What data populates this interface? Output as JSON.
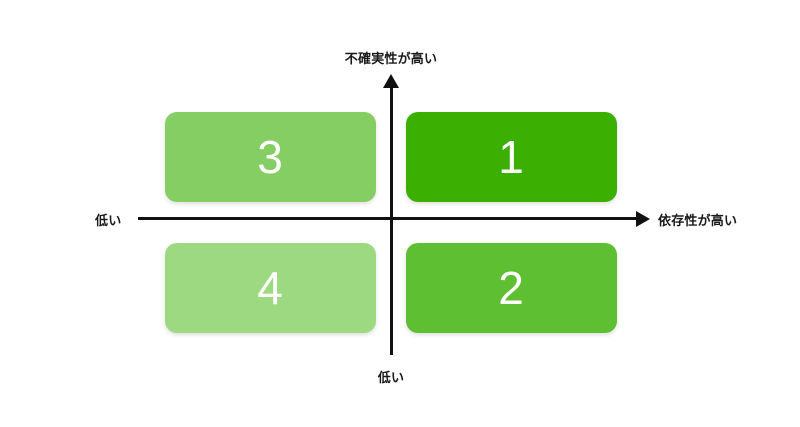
{
  "chart_data": {
    "type": "table",
    "title": "",
    "subtitle": "",
    "layout": "2x2-quadrant-matrix",
    "xlabel": "依存性が高い",
    "ylabel": "不確実性が高い",
    "grid": false,
    "legend": "none",
    "axes": {
      "horizontal": {
        "low_label": "低い",
        "high_label": "依存性が高い",
        "arrow": "right"
      },
      "vertical": {
        "low_label": "低い",
        "high_label": "不確実性が高い",
        "arrow": "up"
      }
    },
    "categories": [
      "1",
      "2",
      "3",
      "4"
    ],
    "quadrants": [
      {
        "id": "quadrant-1",
        "label": "1",
        "position": "top-right",
        "x": "high",
        "y": "high",
        "color": "#3BAF02"
      },
      {
        "id": "quadrant-2",
        "label": "2",
        "position": "bottom-right",
        "x": "high",
        "y": "low",
        "color": "#5EBF33"
      },
      {
        "id": "quadrant-3",
        "label": "3",
        "position": "top-left",
        "x": "low",
        "y": "high",
        "color": "#85CE63"
      },
      {
        "id": "quadrant-4",
        "label": "4",
        "position": "bottom-left",
        "x": "low",
        "y": "low",
        "color": "#9DD981"
      }
    ]
  },
  "colors": {
    "background": "#FFFFFF",
    "axis": "#111111",
    "text": "#1A1A1A",
    "number_text": "#FFFFFF",
    "quadrant_1": "#3BAF02",
    "quadrant_2": "#5EBF33",
    "quadrant_3": "#85CE63",
    "quadrant_4": "#9DD981"
  }
}
